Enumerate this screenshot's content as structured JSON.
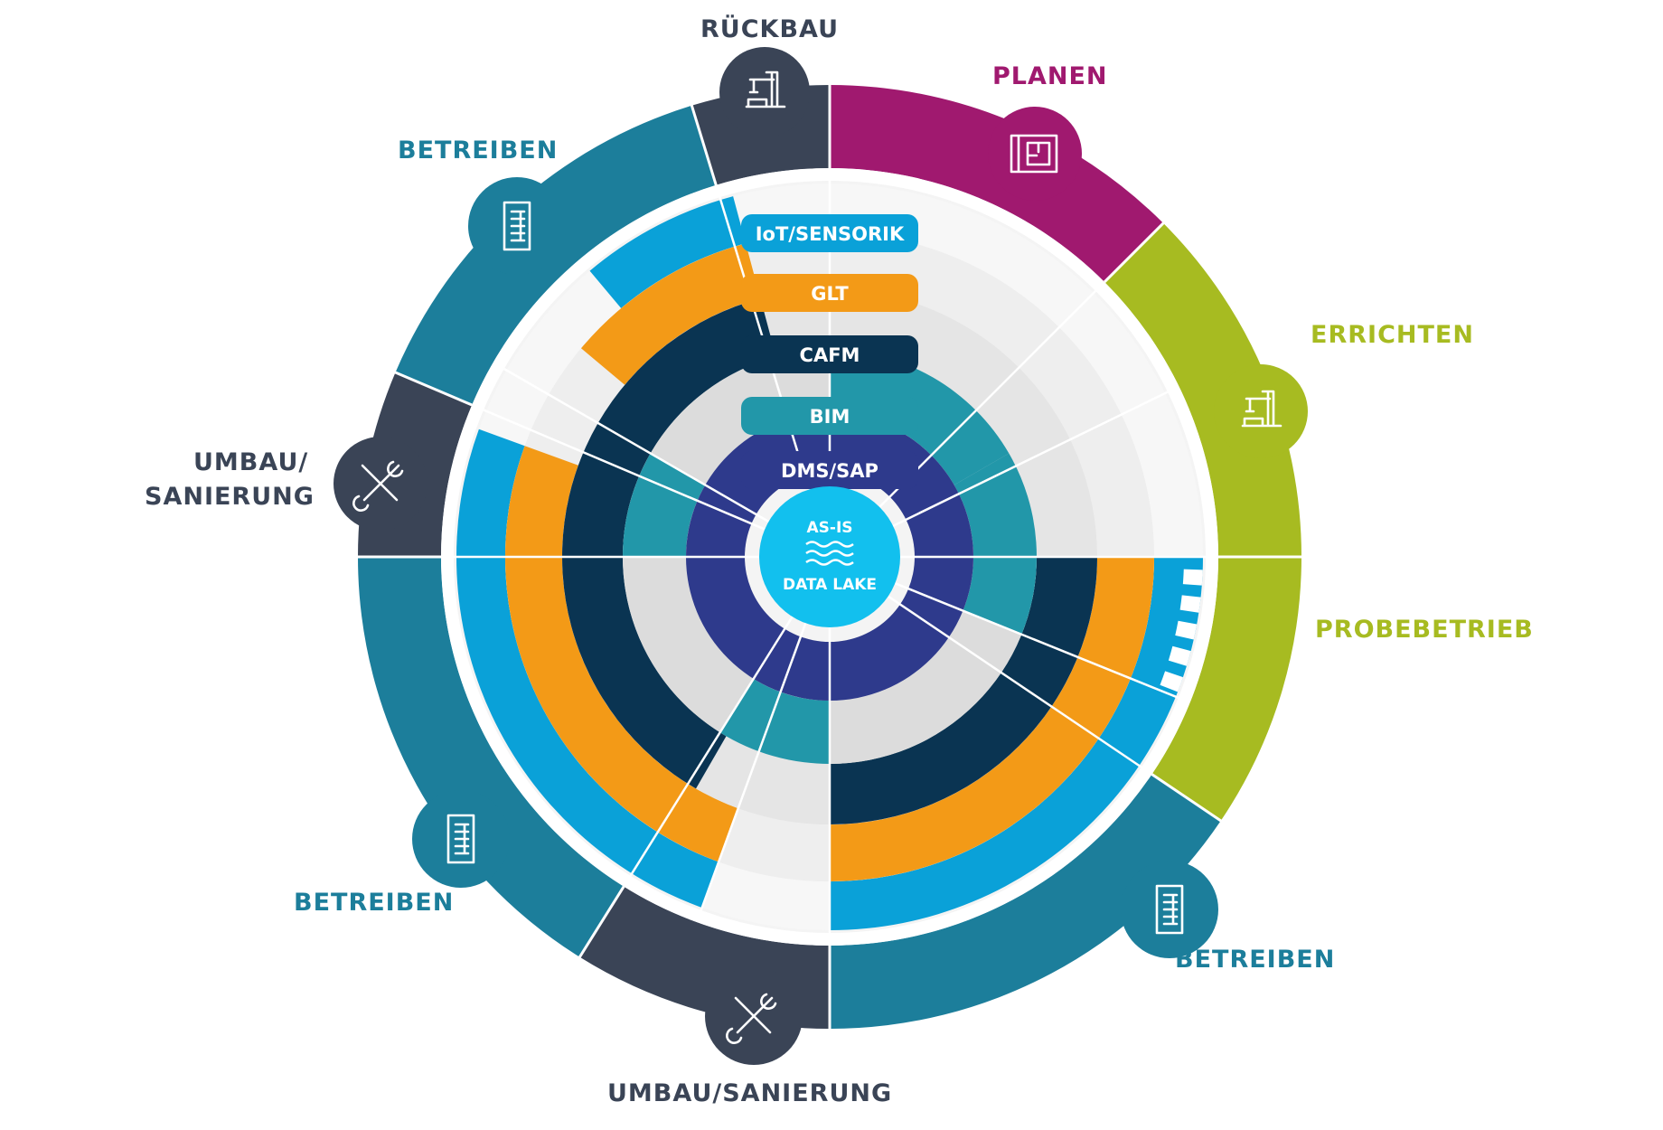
{
  "colors": {
    "planen": "#a0196f",
    "errichten": "#a7bb21",
    "betreiben": "#1c7e9b",
    "umbau": "#3a4456",
    "iot": "#0aa1d8",
    "glt": "#f39a17",
    "cafm": "#0a3452",
    "bim": "#2297a9",
    "dms": "#2e3a8c",
    "center": "#12c0ee",
    "empty_light": "#f6f6f6",
    "empty_mid": "#e9e9e9",
    "empty_dark": "#dddddd",
    "white": "#ffffff"
  },
  "phases": {
    "rueckbau": {
      "label": "RÜCKBAU",
      "icon": "crane-icon"
    },
    "planen": {
      "label": "PLANEN",
      "icon": "blueprint-icon"
    },
    "errichten": {
      "label": "ERRICHTEN",
      "icon": "crane-icon"
    },
    "probebetrieb": {
      "label": "PROBEBETRIEB"
    },
    "betreiben_right": {
      "label": "BETREIBEN",
      "icon": "building-icon"
    },
    "umbau_bottom": {
      "label": "UMBAU/SANIERUNG",
      "icon": "tools-icon"
    },
    "betreiben_left": {
      "label": "BETREIBEN",
      "icon": "building-icon"
    },
    "umbau_left": {
      "line1": "UMBAU/",
      "line2": "SANIERUNG",
      "icon": "tools-icon"
    },
    "betreiben_top": {
      "label": "BETREIBEN",
      "icon": "building-icon"
    }
  },
  "layers": [
    {
      "label": "IoT/SENSORIK",
      "color": "#0aa1d8"
    },
    {
      "label": "GLT",
      "color": "#f39a17"
    },
    {
      "label": "CAFM",
      "color": "#0a3452"
    },
    {
      "label": "BIM",
      "color": "#2297a9"
    },
    {
      "label": "DMS/SAP",
      "color": "#2e3a8c"
    }
  ],
  "center": {
    "line1": "AS-IS",
    "line2": "DATA LAKE",
    "icon": "water-waves-icon"
  }
}
